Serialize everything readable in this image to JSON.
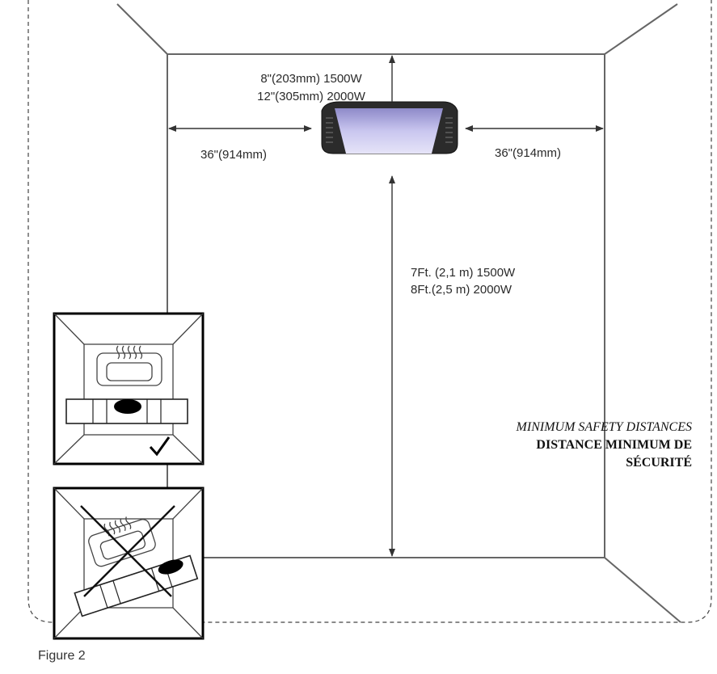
{
  "clearances": {
    "top_line1": "8\"(203mm) 1500W",
    "top_line2": "12\"(305mm) 2000W",
    "left": "36\"(914mm)",
    "right": "36\"(914mm)",
    "floor_line1": "7Ft. (2,1 m) 1500W",
    "floor_line2": "8Ft.(2,5 m) 2000W"
  },
  "legend": {
    "english": "MINIMUM SAFETY DISTANCES",
    "french_line1": "DISTANCE MINIMUM DE",
    "french_line2": "SÉCURITÉ"
  },
  "caption": "Figure 2",
  "insets": [
    {
      "mounting": "correct",
      "symbol": "check-mark"
    },
    {
      "mounting": "incorrect",
      "symbol": "cross"
    }
  ],
  "colors": {
    "line": "#555555",
    "frame": "#000000",
    "heater_body": "#2b2b2b",
    "heater_lens": "#b9b6e6"
  }
}
